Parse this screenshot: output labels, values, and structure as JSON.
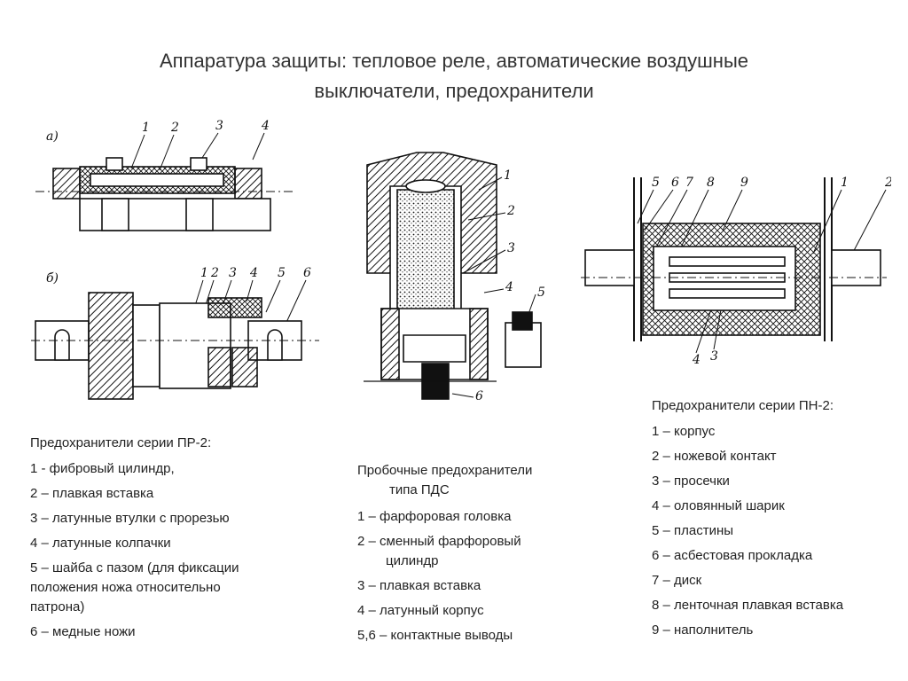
{
  "title": {
    "line1": "Аппаратура защиты: тепловое реле, автоматические воздушные",
    "line2": "выключатели, предохранители"
  },
  "figure_pr2": {
    "label_a": "а)",
    "label_b": "б)",
    "callouts_a": [
      "1",
      "2",
      "3",
      "4"
    ],
    "callouts_b": [
      "1",
      "2",
      "3",
      "4",
      "5",
      "6"
    ]
  },
  "figure_pds": {
    "callouts": [
      "1",
      "2",
      "3",
      "4",
      "5",
      "6"
    ]
  },
  "figure_pn2": {
    "callouts_top": [
      "5",
      "6",
      "7",
      "8",
      "9",
      "1",
      "2"
    ],
    "callouts_bottom": [
      "4",
      "3"
    ]
  },
  "legend_pr2": {
    "heading": "Предохранители серии ПР-2:",
    "items": [
      "1 - фибровый цилиндр,",
      "2 – плавкая вставка",
      "3 – латунные втулки с прорезью",
      "4 – латунные колпачки"
    ],
    "item5_line1": "5 – шайба с пазом (для фиксации",
    "item5_line2": "положения ножа относительно",
    "item5_line3": "патрона)",
    "item6": "6 – медные ножи"
  },
  "legend_pds": {
    "heading1": "Пробочные предохранители",
    "heading2": "типа ПДС",
    "item1": "1 – фарфоровая головка",
    "item2_line1": "2 – сменный фарфоровый",
    "item2_line2": "цилиндр",
    "item3": "3 – плавкая вставка",
    "item4": "4 – латунный корпус",
    "item5": "5,6 – контактные выводы"
  },
  "legend_pn2": {
    "heading": "Предохранители серии ПН-2:",
    "items": [
      "1 – корпус",
      "2 – ножевой контакт",
      "3 – просечки",
      "4 – оловянный шарик",
      "5 – пластины",
      "6 – асбестовая прокладка",
      "7 – диск",
      "8 – ленточная плавкая вставка",
      "9 – наполнитель"
    ]
  }
}
